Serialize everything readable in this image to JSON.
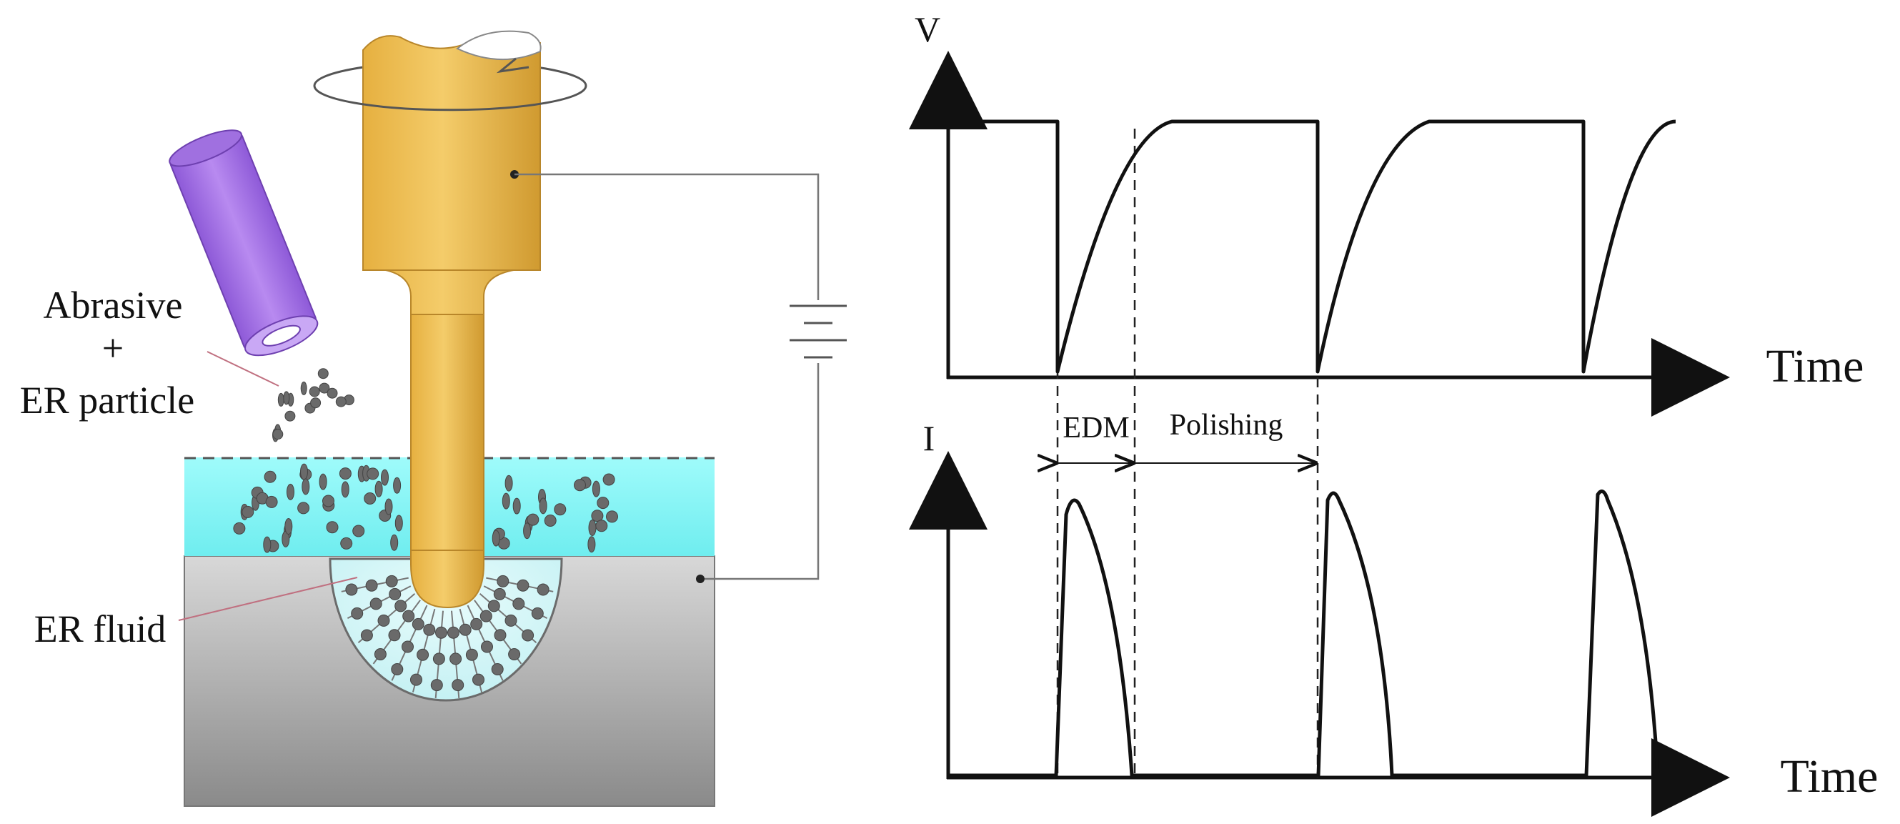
{
  "diagram": {
    "labels": {
      "abrasive_line1": "Abrasive",
      "abrasive_line2": "+",
      "abrasive_line3": "ER particle",
      "er_fluid": "ER fluid"
    },
    "colors": {
      "tool": "#E8B84B",
      "tool_dark": "#B8862A",
      "nozzle": "#B07CE8",
      "nozzle_dark": "#7F4CC0",
      "fluid": "#7FF5F5",
      "workpiece_top": "#D8D8D8",
      "workpiece_bottom": "#8A8A8A",
      "particle": "#6A6A6A"
    }
  },
  "waveforms": {
    "voltage_axis_label": "V",
    "current_axis_label": "I",
    "time_label_top": "Time",
    "time_label_bottom": "Time",
    "phase_edm": "EDM",
    "phase_polishing": "Polishing",
    "line_color": "#111111"
  }
}
